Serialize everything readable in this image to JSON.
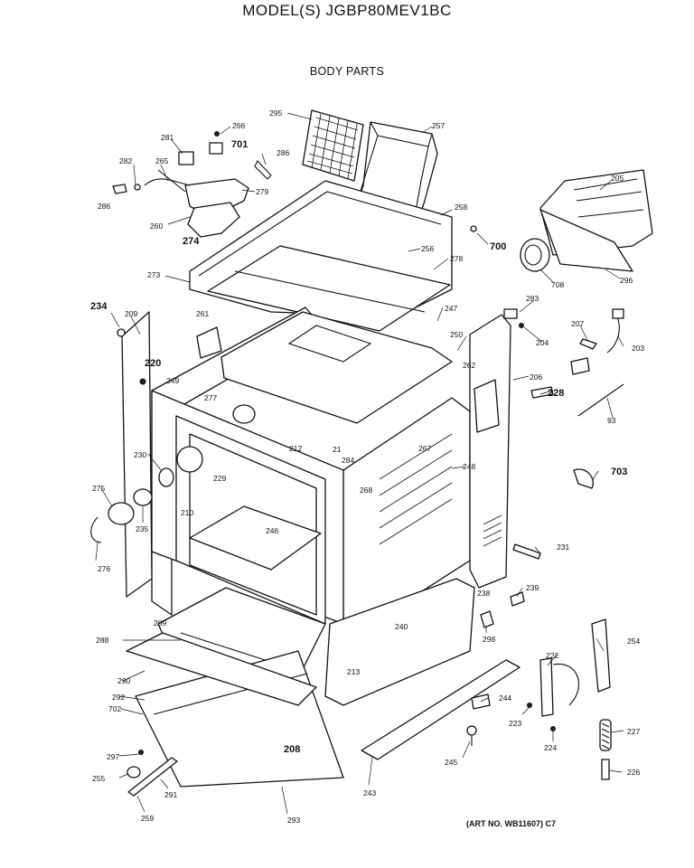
{
  "header": {
    "model": "MODEL(S) JGBP80MEV1BC",
    "section": "BODY PARTS"
  },
  "footer": {
    "art_no": "(ART NO. WB11607) C7"
  },
  "callouts": {
    "c295": "295",
    "c257": "257",
    "c266": "266",
    "c701": "701",
    "c281": "281",
    "c286a": "286",
    "c282": "282",
    "c265": "265",
    "c279": "279",
    "c286b": "286",
    "c260": "260",
    "c274": "274",
    "c258": "258",
    "c700": "700",
    "c205": "205",
    "c256": "256",
    "c278": "278",
    "c708": "708",
    "c296": "296",
    "c273": "273",
    "c234": "234",
    "c209": "209",
    "c261": "261",
    "c247": "247",
    "c283": "283",
    "c250": "250",
    "c204": "204",
    "c207": "207",
    "c203": "203",
    "c220": "220",
    "c262": "262",
    "c249": "249",
    "c277": "277",
    "c206": "206",
    "c228": "228",
    "c93": "93",
    "c212": "212",
    "c21": "21",
    "c267": "267",
    "c230": "230",
    "c284": "284",
    "c229": "229",
    "c248": "248",
    "c703": "703",
    "c275": "275",
    "c268": "268",
    "c210": "210",
    "c246": "246",
    "c235": "235",
    "c276": "276",
    "c231": "231",
    "c238": "238",
    "c239": "239",
    "c289": "289",
    "c288": "288",
    "c240": "240",
    "c298": "298",
    "c254": "254",
    "c222": "222",
    "c290": "290",
    "c213": "213",
    "c292": "292",
    "c702": "702",
    "c244": "244",
    "c223": "223",
    "c227": "227",
    "c224": "224",
    "c208": "208",
    "c297": "297",
    "c245": "245",
    "c255": "255",
    "c291": "291",
    "c243": "243",
    "c226": "226",
    "c259": "259",
    "c293": "293"
  }
}
